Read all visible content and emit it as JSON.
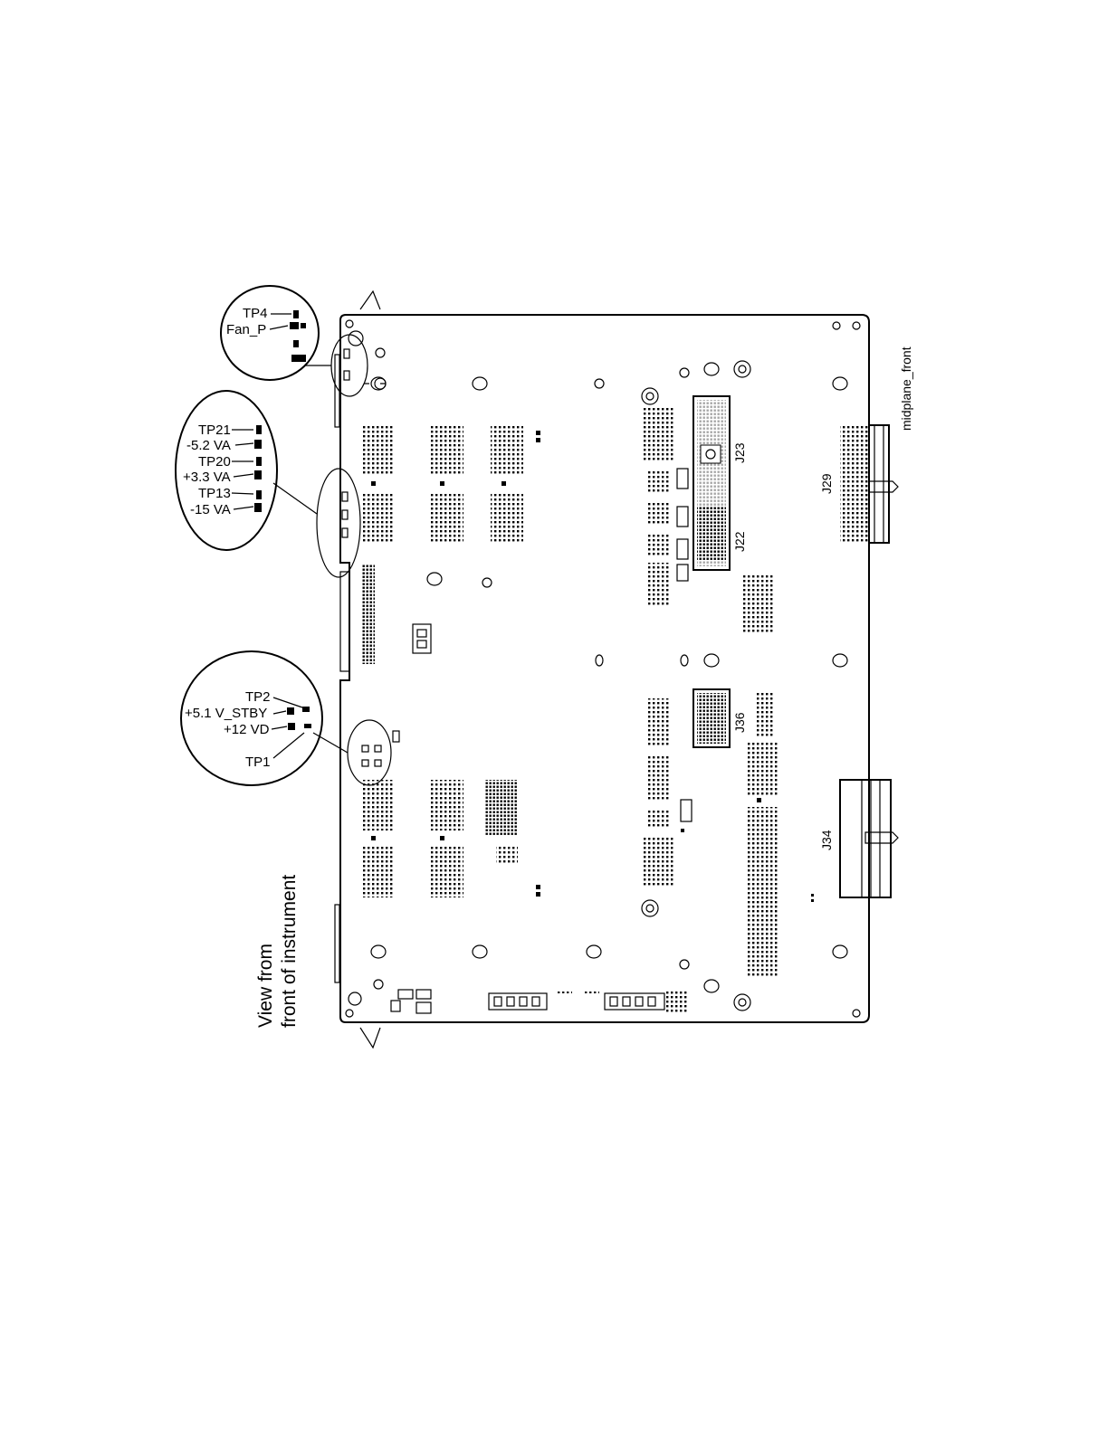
{
  "diagram": {
    "caption_line1": "View from",
    "caption_line2": "front of instrument",
    "side_label": "midplane_front",
    "connectors": {
      "j23": "J23",
      "j22": "J22",
      "j29": "J29",
      "j36": "J36",
      "j34": "J34"
    },
    "callout_top": {
      "tp4": "TP4",
      "fan_p": "Fan_P"
    },
    "callout_middle": {
      "tp21": "TP21",
      "neg_5_2_va": "-5.2 VA",
      "tp20": "TP20",
      "pos_3_3_va": "+3.3 VA",
      "tp13": "TP13",
      "neg_15_va": "-15 VA"
    },
    "callout_bottom": {
      "tp2": "TP2",
      "pos_5_1_v_stby": "+5.1 V_STBY",
      "pos_12_vd": "+12 VD",
      "tp1": "TP1"
    }
  }
}
